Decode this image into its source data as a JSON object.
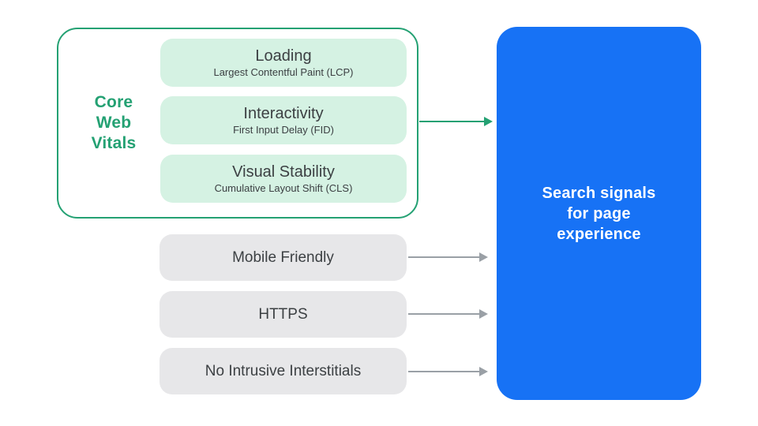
{
  "colors": {
    "green": "#24A173",
    "mint": "#D5F2E3",
    "blue": "#1772F5",
    "gray_box": "#E7E7E9",
    "dark_text": "#3C4043",
    "arrow_gray": "#9AA0A6"
  },
  "core_web_vitals": {
    "label": "Core Web Vitals",
    "label_lines": [
      "Core",
      "Web",
      "Vitals"
    ],
    "items": [
      {
        "title": "Loading",
        "subtitle": "Largest Contentful Paint (LCP)"
      },
      {
        "title": "Interactivity",
        "subtitle": "First Input Delay (FID)"
      },
      {
        "title": "Visual Stability",
        "subtitle": "Cumulative Layout Shift (CLS)"
      }
    ]
  },
  "other_signals": [
    {
      "label": "Mobile Friendly"
    },
    {
      "label": "HTTPS"
    },
    {
      "label": "No Intrusive Interstitials"
    }
  ],
  "result": {
    "label": "Search signals for page experience",
    "label_lines": [
      "Search signals",
      "for page",
      "experience"
    ]
  }
}
